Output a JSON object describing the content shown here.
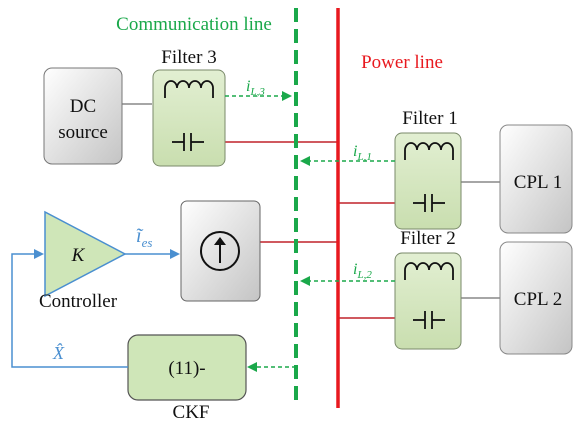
{
  "labels": {
    "comm_line": "Communication line",
    "power_line": "Power line",
    "dc_source_line1": "DC",
    "dc_source_line2": "source",
    "filter1": "Filter 1",
    "filter2": "Filter 2",
    "filter3": "Filter 3",
    "cpl1": "CPL 1",
    "cpl2": "CPL 2",
    "controller_gain": "K",
    "controller": "Controller",
    "ckf_box": "(11)-",
    "ckf": "CKF"
  },
  "signals": {
    "i_L3_main": "i",
    "i_L3_sub": "L,3",
    "i_L1_main": "i",
    "i_L1_sub": "L,1",
    "i_L2_main": "i",
    "i_L2_sub": "L,2",
    "i_es_main": "ĩ",
    "i_es_sub": "es",
    "x_hat": "X̂"
  },
  "colors": {
    "communication": "#1aa84a",
    "power": "#e8191f",
    "control": "#4a8fd0",
    "wire": "#c0222a",
    "filter_fill": "#d5e6bf",
    "box_fill": "#d9d9d9",
    "controller_fill": "#cfe6b8"
  }
}
